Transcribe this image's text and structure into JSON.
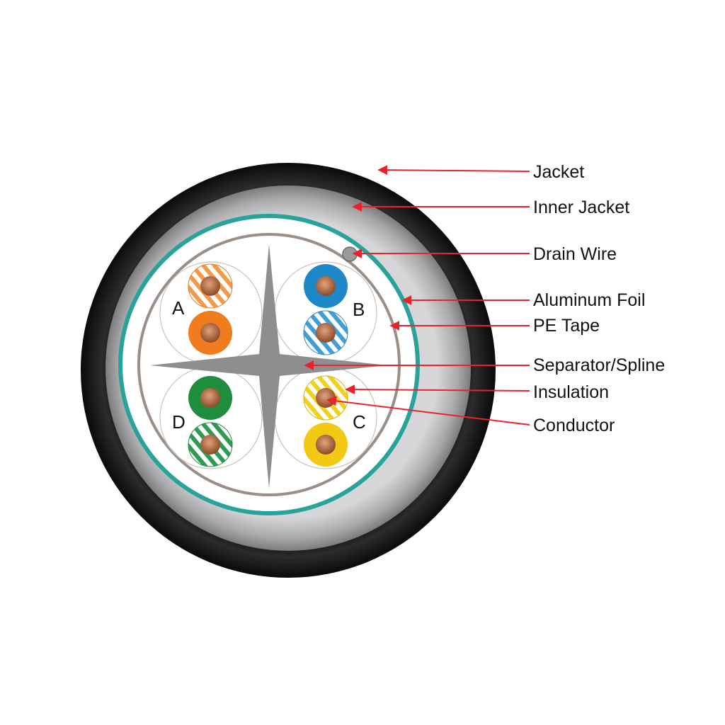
{
  "diagram": {
    "colors": {
      "jacket": "#1a1a1a",
      "inner_jacket": "#b9b9bb",
      "aluminum_foil": "#27a39a",
      "pe_tape": "#9a8f88",
      "spline": "#8e8e90",
      "arrow": "#e8232b",
      "copper": "#b5693f"
    },
    "callouts": [
      {
        "id": "jacket",
        "label": "Jacket"
      },
      {
        "id": "inner-jacket",
        "label": "Inner Jacket"
      },
      {
        "id": "drain-wire",
        "label": "Drain Wire"
      },
      {
        "id": "aluminum-foil",
        "label": "Aluminum Foil"
      },
      {
        "id": "pe-tape",
        "label": "PE Tape"
      },
      {
        "id": "separator-spline",
        "label": "Separator/Spline"
      },
      {
        "id": "insulation",
        "label": "Insulation"
      },
      {
        "id": "conductor",
        "label": "Conductor"
      }
    ],
    "pairs": [
      {
        "letter": "A",
        "color": "#f07c1e",
        "stripe_color": "#f5a25a"
      },
      {
        "letter": "B",
        "color": "#1c88c8",
        "stripe_color": "#4aa6da"
      },
      {
        "letter": "C",
        "color": "#f2c812",
        "stripe_color": "#f3d63a"
      },
      {
        "letter": "D",
        "color": "#1e8e3e",
        "stripe_color": "#2fa153"
      }
    ]
  }
}
